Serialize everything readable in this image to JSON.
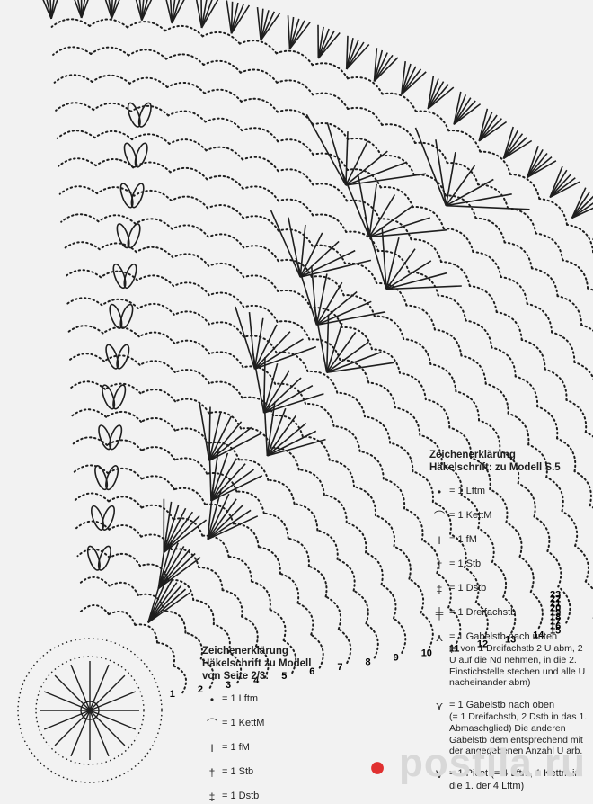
{
  "legend_main": {
    "title": "Zeichenerklärung",
    "subtitle": "Häkelschrift: zu Modell S.5",
    "items": [
      {
        "sym": "•",
        "label": "= 1 Lftm"
      },
      {
        "sym": "⌒",
        "label": "= 1 KettM"
      },
      {
        "sym": "ǀ",
        "label": "= 1 fM"
      },
      {
        "sym": "†",
        "label": "= 1 Stb"
      },
      {
        "sym": "‡",
        "label": "= 1 Dstb"
      },
      {
        "sym": "╪",
        "label": "= 1 Dreifachstb"
      },
      {
        "sym": "⋏",
        "label": "= 1 Gabelstb nach unten",
        "desc": "(= von 1 Dreifachstb 2 U abm, 2 U auf die Nd nehmen, in die 2. Einstichstelle stechen und alle U nacheinander abm)"
      },
      {
        "sym": "⋎",
        "label": "= 1 Gabelstb nach oben",
        "desc": "(= 1 Dreifachstb, 2 Dstb in das 1. Abmaschglied) Die anderen Gabelstb dem entsprechend mit der angegebenen Anzahl U arb."
      },
      {
        "sym": "V",
        "label": "= 1 Picot (= 4 Lftm, 1 Kettm in die 1. der 4 Lftm)"
      }
    ]
  },
  "legend_alt": {
    "title": "Zeichenerklärung",
    "subtitle": "Häkelschrift zu Modell",
    "subtitle2": "von Seite 2/3:",
    "items": [
      {
        "sym": "•",
        "label": "= 1 Lftm"
      },
      {
        "sym": "⌒",
        "label": "= 1 KettM"
      },
      {
        "sym": "ǀ",
        "label": "= 1 fM"
      },
      {
        "sym": "†",
        "label": "= 1 Stb"
      },
      {
        "sym": "‡",
        "label": "= 1 Dstb"
      }
    ]
  },
  "row_numbers": [
    "1",
    "2",
    "3",
    "4",
    "5",
    "6",
    "7",
    "8",
    "9",
    "10",
    "11",
    "12",
    "13",
    "14",
    "15",
    "16",
    "17",
    "18",
    "19",
    "20",
    "21",
    "22",
    "23"
  ],
  "watermark": {
    "text": "postila.ru",
    "accent": "#e03030"
  },
  "colors": {
    "ink": "#1e1e1e",
    "paper": "#f2f2f2"
  }
}
